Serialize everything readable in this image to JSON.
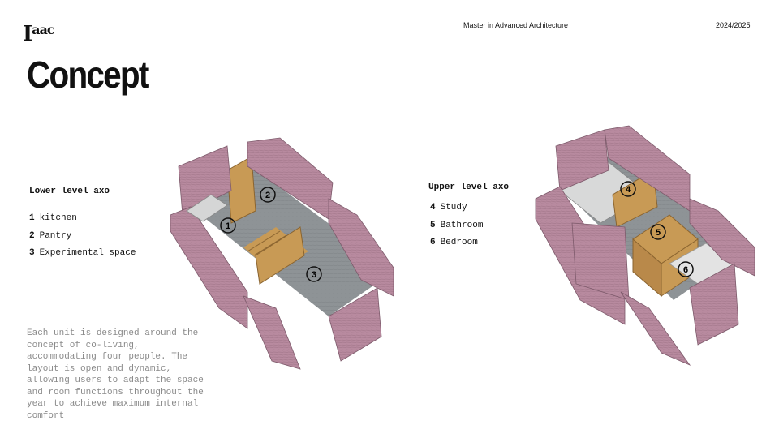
{
  "header": {
    "logo_main": "I",
    "logo_sup": "aac",
    "program": "Master in Advanced Architecture",
    "year": "2024/2025"
  },
  "page": {
    "title": "Concept"
  },
  "lower": {
    "title": "Lower level axo",
    "items": [
      {
        "num": "1",
        "label": "kitchen"
      },
      {
        "num": "2",
        "label": "Pantry"
      },
      {
        "num": "3",
        "label": "Experimental space"
      }
    ]
  },
  "upper": {
    "title": "Upper level axo",
    "items": [
      {
        "num": "4",
        "label": "Study"
      },
      {
        "num": "5",
        "label": "Bathroom"
      },
      {
        "num": "6",
        "label": "Bedroom"
      }
    ]
  },
  "description": "Each unit is designed around the concept of co-living, accommodating four people. The layout is open and dynamic, allowing users to adapt the space and room functions throughout the year to achieve maximum internal comfort",
  "colors": {
    "wall": "#b88a9f",
    "wall_dark": "#9a6e83",
    "floor": "#8e9396",
    "wood": "#c89a55"
  }
}
